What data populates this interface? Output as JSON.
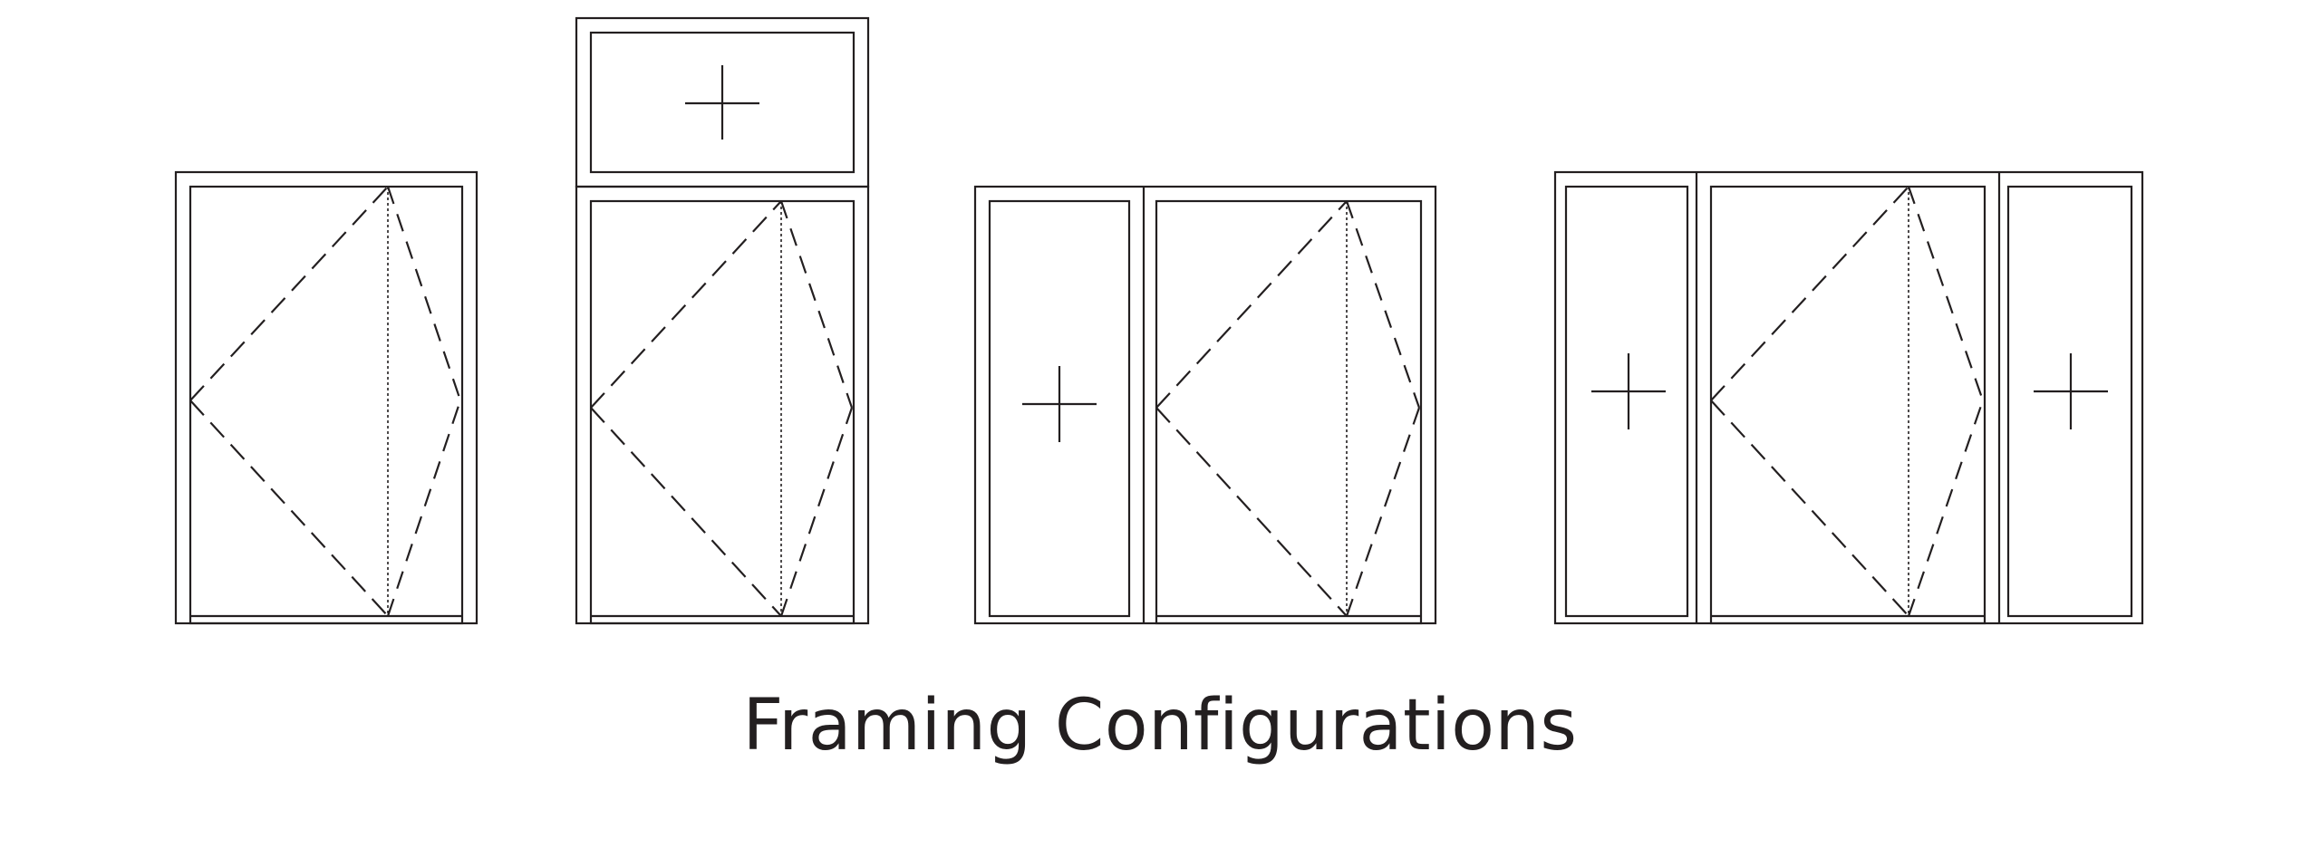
{
  "caption": "Framing Configurations",
  "colors": {
    "stroke": "#231f20",
    "background": "#ffffff"
  },
  "configurations": [
    {
      "id": "single-door",
      "panels": [
        "swing-door"
      ]
    },
    {
      "id": "door-with-transom",
      "panels": [
        "fixed-transom",
        "swing-door"
      ]
    },
    {
      "id": "door-with-sidelight",
      "panels": [
        "fixed-sidelight",
        "swing-door"
      ]
    },
    {
      "id": "door-with-two-sidelights",
      "panels": [
        "fixed-sidelight",
        "swing-door",
        "fixed-sidelight"
      ]
    }
  ],
  "legend_symbols": {
    "fixed_panel": "cross-icon",
    "swing_door": "swing-arc"
  }
}
